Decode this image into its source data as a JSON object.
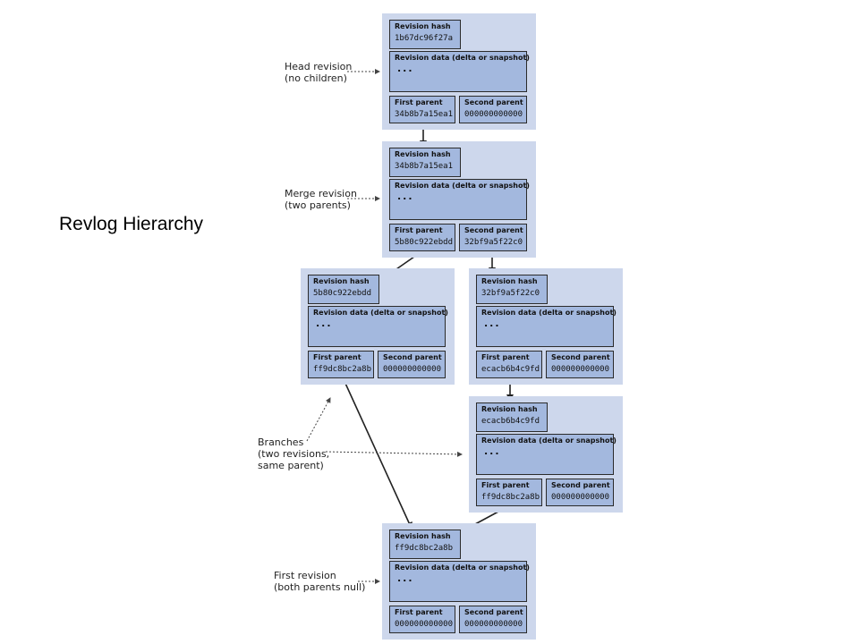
{
  "title": "Revlog Hierarchy",
  "field_labels": {
    "hash": "Revision hash",
    "data": "Revision data (delta or snapshot)",
    "first_parent": "First parent",
    "second_parent": "Second parent"
  },
  "revisions": [
    {
      "hash": "1b67dc96f27a",
      "data": "...",
      "first_parent": "34b8b7a15ea1",
      "second_parent": "000000000000"
    },
    {
      "hash": "34b8b7a15ea1",
      "data": "...",
      "first_parent": "5b80c922ebdd",
      "second_parent": "32bf9a5f22c0"
    },
    {
      "hash": "5b80c922ebdd",
      "data": "...",
      "first_parent": "ff9dc8bc2a8b",
      "second_parent": "000000000000"
    },
    {
      "hash": "32bf9a5f22c0",
      "data": "...",
      "first_parent": "ecacb6b4c9fd",
      "second_parent": "000000000000"
    },
    {
      "hash": "ecacb6b4c9fd",
      "data": "...",
      "first_parent": "ff9dc8bc2a8b",
      "second_parent": "000000000000"
    },
    {
      "hash": "ff9dc8bc2a8b",
      "data": "...",
      "first_parent": "000000000000",
      "second_parent": "000000000000"
    }
  ],
  "annotations": {
    "head": [
      "Head revision",
      "(no children)"
    ],
    "merge": [
      "Merge revision",
      "(two parents)"
    ],
    "branches": [
      "Branches",
      "(two revisions,",
      "same parent)"
    ],
    "first": [
      "First revision",
      "(both parents null)"
    ]
  },
  "colors": {
    "block_bg": "#cdd7ec",
    "cell_bg": "#a3b8de",
    "border": "#2b2b2b"
  }
}
